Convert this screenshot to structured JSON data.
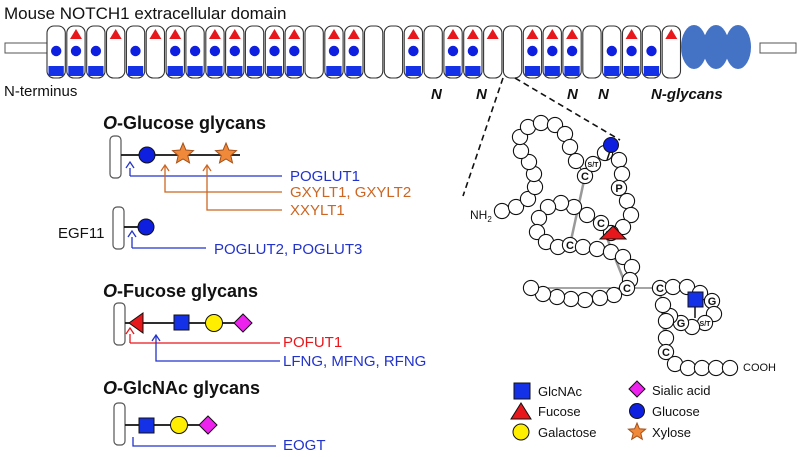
{
  "title": "Mouse NOTCH1 extracellular domain",
  "n_terminus": "N-terminus",
  "n_glycans_label": "N-glycans",
  "n_sites": [
    "N",
    "N",
    "N",
    "N"
  ],
  "colors": {
    "enzyme_blue": "#2233cc",
    "enzyme_orange": "#cc6622",
    "enzyme_red": "#e8171c",
    "glcnac": "#1531e8",
    "fucose": "#e8171c",
    "galactose": "#ffee00",
    "sialic_acid": "#ee22ee",
    "glucose": "#0f1fe0",
    "xylose": "#f08a3a",
    "ankyrin": "#4472c4"
  },
  "egf_repeats": [
    {
      "fuc": false,
      "glc": true
    },
    {
      "fuc": true,
      "glc": true
    },
    {
      "fuc": false,
      "glc": true
    },
    {
      "fuc": true,
      "glc": false
    },
    {
      "fuc": false,
      "glc": true
    },
    {
      "fuc": true,
      "glc": false
    },
    {
      "fuc": true,
      "glc": true
    },
    {
      "fuc": false,
      "glc": true
    },
    {
      "fuc": true,
      "glc": true
    },
    {
      "fuc": true,
      "glc": true
    },
    {
      "fuc": false,
      "glc": true
    },
    {
      "fuc": true,
      "glc": true
    },
    {
      "fuc": true,
      "glc": true
    },
    {
      "fuc": false,
      "glc": false
    },
    {
      "fuc": true,
      "glc": true
    },
    {
      "fuc": true,
      "glc": true
    },
    {
      "fuc": false,
      "glc": false
    },
    {
      "fuc": false,
      "glc": false
    },
    {
      "fuc": true,
      "glc": true
    },
    {
      "fuc": false,
      "glc": false
    },
    {
      "fuc": true,
      "glc": true
    },
    {
      "fuc": true,
      "glc": true
    },
    {
      "fuc": true,
      "glc": false
    },
    {
      "fuc": false,
      "glc": false
    },
    {
      "fuc": true,
      "glc": true
    },
    {
      "fuc": true,
      "glc": true
    },
    {
      "fuc": true,
      "glc": true
    },
    {
      "fuc": false,
      "glc": false
    },
    {
      "fuc": false,
      "glc": true
    },
    {
      "fuc": true,
      "glc": true
    },
    {
      "fuc": false,
      "glc": true
    },
    {
      "fuc": true,
      "glc": false
    }
  ],
  "sections": {
    "o_glucose": {
      "prefix": "O",
      "suffix": "-Glucose glycans",
      "enzymes": [
        {
          "text": "POGLUT1",
          "color": "enzyme_blue"
        },
        {
          "text": "GXYLT1, GXYLT2",
          "color": "enzyme_orange"
        },
        {
          "text": "XXYLT1",
          "color": "enzyme_orange"
        }
      ]
    },
    "egf11": {
      "label": "EGF11",
      "enzymes": [
        {
          "text": "POGLUT2, POGLUT3",
          "color": "enzyme_blue"
        }
      ]
    },
    "o_fucose": {
      "prefix": "O",
      "suffix": "-Fucose glycans",
      "enzymes": [
        {
          "text": "POFUT1",
          "color": "enzyme_red"
        },
        {
          "text": "LFNG, MFNG, RFNG",
          "color": "enzyme_blue"
        }
      ]
    },
    "o_glcnac": {
      "prefix": "O",
      "suffix": "-GlcNAc glycans",
      "enzymes": [
        {
          "text": "EOGT",
          "color": "enzyme_blue"
        }
      ]
    }
  },
  "egf_detail": {
    "nh2": "NH",
    "nh2_sub": "2",
    "cooh": "COOH",
    "c": "C",
    "st": "S/T",
    "p": "P",
    "g": "G"
  },
  "legend": {
    "items": [
      {
        "label": "GlcNAc",
        "shape": "square"
      },
      {
        "label": "Sialic acid",
        "shape": "diamond"
      },
      {
        "label": "Fucose",
        "shape": "triangle"
      },
      {
        "label": "Glucose",
        "shape": "circle"
      },
      {
        "label": "Galactose",
        "shape": "circle-yellow"
      },
      {
        "label": "Xylose",
        "shape": "star"
      }
    ]
  }
}
